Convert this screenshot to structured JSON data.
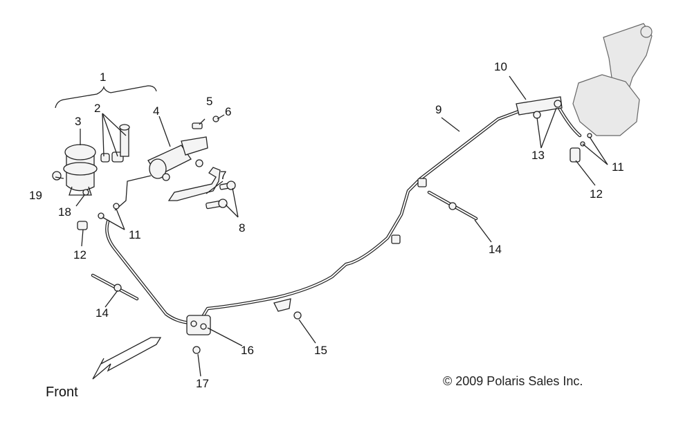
{
  "diagram": {
    "callouts": [
      "1",
      "2",
      "3",
      "4",
      "5",
      "6",
      "7",
      "8",
      "9",
      "10",
      "11",
      "11",
      "12",
      "12",
      "13",
      "14",
      "14",
      "15",
      "16",
      "17",
      "18",
      "19"
    ],
    "front_label": "Front",
    "copyright": "© 2009 Polaris Sales Inc."
  }
}
